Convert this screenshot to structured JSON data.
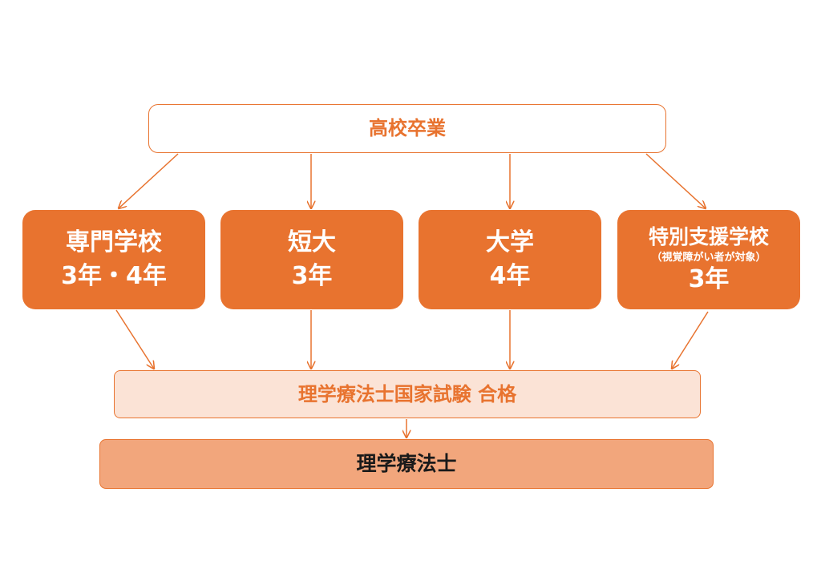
{
  "top": {
    "label": "高校卒業"
  },
  "paths": [
    {
      "name": "専門学校",
      "note": "",
      "years": "3年・4年"
    },
    {
      "name": "短大",
      "note": "",
      "years": "3年"
    },
    {
      "name": "大学",
      "note": "",
      "years": "4年"
    },
    {
      "name": "特別支援学校",
      "note": "（視覚障がい者が対象）",
      "years": "3年"
    }
  ],
  "exam": {
    "label": "理学療法士国家試験 合格"
  },
  "result": {
    "label": "理学療法士"
  },
  "colors": {
    "accent": "#e8732f",
    "exam_fill": "#fbe3d6",
    "result_fill": "#f2a67c"
  }
}
